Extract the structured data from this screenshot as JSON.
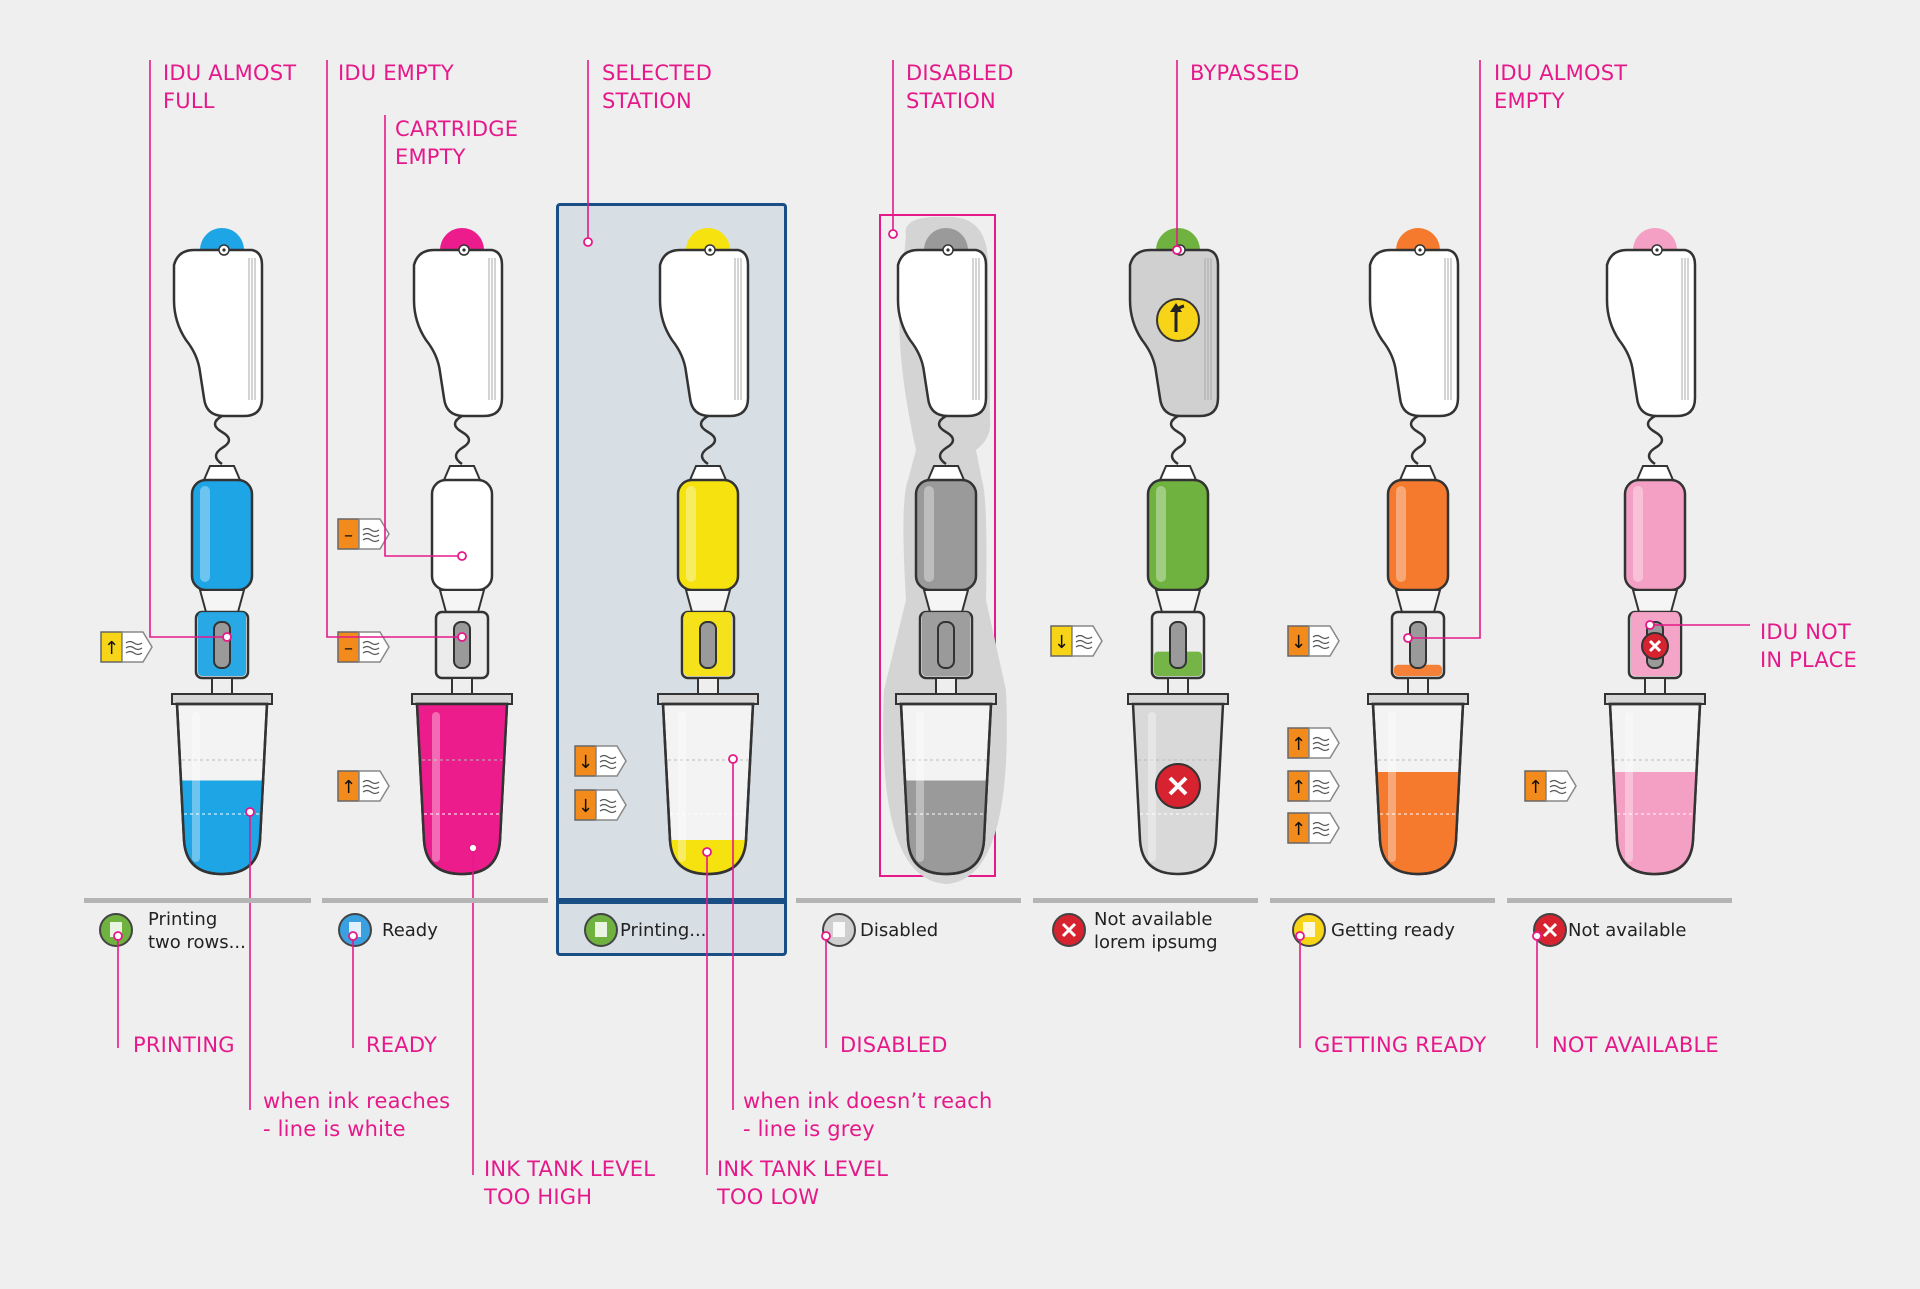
{
  "annotations": {
    "idu_almost_full": "IDU ALMOST\nFULL",
    "idu_empty": "IDU EMPTY",
    "cartridge_empty": "CARTRIDGE\nEMPTY",
    "selected_station": "SELECTED\nSTATION",
    "disabled_station": "DISABLED\nSTATION",
    "bypassed": "BYPASSED",
    "idu_almost_empty": "IDU ALMOST\nEMPTY",
    "idu_not_in_place": "IDU NOT\nIN PLACE",
    "printing": "PRINTING",
    "ready": "READY",
    "disabled": "DISABLED",
    "getting_ready": "GETTING READY",
    "not_available": "NOT AVAILABLE",
    "ink_reaches": "when ink reaches\n- line is white",
    "ink_not_reach": "when ink doesn’t reach\n- line is grey",
    "tank_too_high": "INK TANK LEVEL\nTOO HIGH",
    "tank_too_low": "INK TANK LEVEL\nTOO LOW"
  },
  "stations": [
    {
      "id": "cyan",
      "status_label": "Printing\ntwo rows...",
      "status_icon": "printing-icon",
      "ink_color": "#1ea5e6",
      "tank_fill": 0.55,
      "idu_fill": 1.0,
      "cartridge_fill": 1.0,
      "status": "printing"
    },
    {
      "id": "magenta",
      "status_label": "Ready",
      "status_icon": "ready-icon",
      "ink_color": "#ec1c8c",
      "tank_fill": 1.0,
      "idu_fill": 0.0,
      "cartridge_fill": 0.0,
      "status": "ready"
    },
    {
      "id": "yellow",
      "status_label": "Printing...",
      "status_icon": "printing-icon",
      "ink_color": "#f5e20f",
      "tank_fill": 0.2,
      "idu_fill": 1.0,
      "cartridge_fill": 1.0,
      "status": "selected"
    },
    {
      "id": "grey",
      "status_label": "Disabled",
      "status_icon": "disabled-icon",
      "ink_color": "#9a9a9a",
      "tank_fill": 0.55,
      "idu_fill": 1.0,
      "cartridge_fill": 1.0,
      "status": "disabled"
    },
    {
      "id": "green",
      "status_label": "Not available\nlorem ipsumg",
      "status_icon": "not-available-icon",
      "ink_color": "#6fb23f",
      "tank_fill": 0.0,
      "idu_fill": 0.4,
      "cartridge_fill": 1.0,
      "status": "bypassed"
    },
    {
      "id": "orange",
      "status_label": "Getting ready",
      "status_icon": "getting-ready-icon",
      "ink_color": "#f57a2d",
      "tank_fill": 0.6,
      "idu_fill": 0.2,
      "cartridge_fill": 1.0,
      "status": "getting-ready"
    },
    {
      "id": "pink",
      "status_label": "Not available",
      "status_icon": "not-available-icon",
      "ink_color": "#f4a0c4",
      "tank_fill": 0.6,
      "idu_fill": 1.0,
      "cartridge_fill": 1.0,
      "status": "not-available"
    }
  ],
  "colors": {
    "annotation": "#e5198a",
    "selection": "#1a4f86",
    "warning_orange": "#f28a1c",
    "warning_yellow": "#f7d417",
    "error_red": "#d6232f",
    "ok_green": "#6fb23f",
    "ok_blue": "#3aa0e0"
  }
}
